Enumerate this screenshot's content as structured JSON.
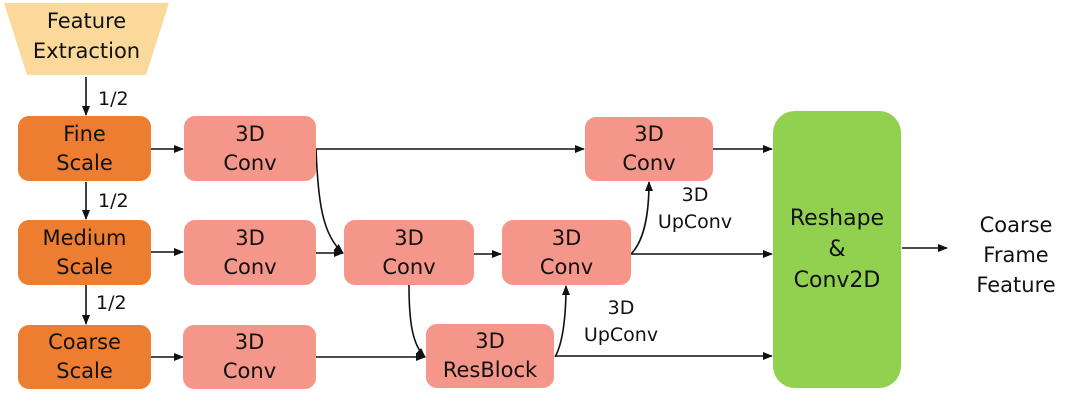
{
  "diagram": {
    "colors": {
      "input": "#FAD99B",
      "scale": "#ED7D31",
      "op": "#F4968A",
      "fusion": "#92D050",
      "arrow": "#111111"
    },
    "input": {
      "line1": "Feature",
      "line2": "Extraction"
    },
    "downsample_labels": [
      "1/2",
      "1/2",
      "1/2"
    ],
    "scales": [
      {
        "line1": "Fine",
        "line2": "Scale"
      },
      {
        "line1": "Medium",
        "line2": "Scale"
      },
      {
        "line1": "Coarse",
        "line2": "Scale"
      }
    ],
    "col1_ops": [
      {
        "line1": "3D",
        "line2": "Conv"
      },
      {
        "line1": "3D",
        "line2": "Conv"
      },
      {
        "line1": "3D",
        "line2": "Conv"
      }
    ],
    "mid_conv_a": {
      "line1": "3D",
      "line2": "Conv"
    },
    "mid_conv_b": {
      "line1": "3D",
      "line2": "Conv"
    },
    "top_conv": {
      "line1": "3D",
      "line2": "Conv"
    },
    "resblock": {
      "line1": "3D",
      "line2": "ResBlock"
    },
    "upconv_labels": [
      {
        "line1": "3D",
        "line2": "UpConv"
      },
      {
        "line1": "3D",
        "line2": "UpConv"
      }
    ],
    "fusion": {
      "line1": "Reshape",
      "line2": "&",
      "line3": "Conv2D"
    },
    "output": {
      "line1": "Coarse",
      "line2": "Frame",
      "line3": "Feature"
    }
  }
}
